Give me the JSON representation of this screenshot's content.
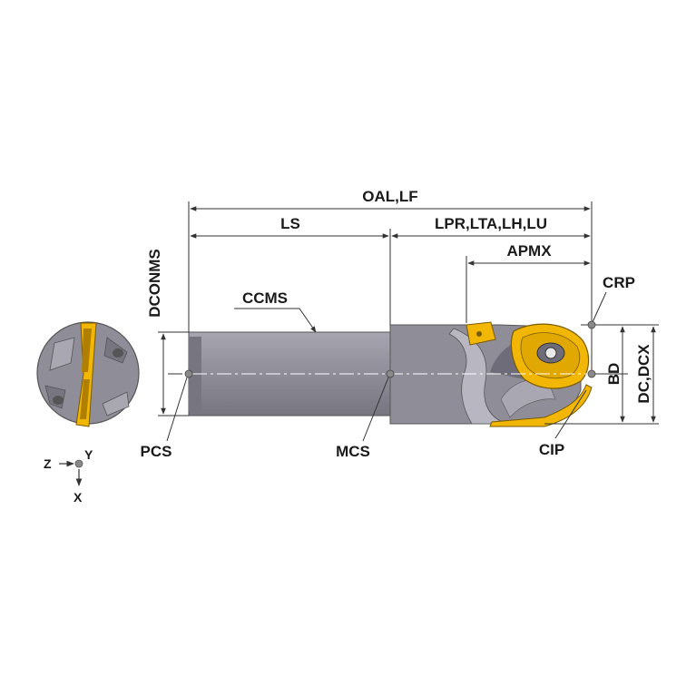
{
  "labels": {
    "oal_lf": "OAL,LF",
    "ls": "LS",
    "lpr_group": "LPR,LTA,LH,LU",
    "apmx": "APMX",
    "crp": "CRP",
    "dconms": "DCONMS",
    "ccms": "CCMS",
    "bd": "BD",
    "dc_dcx": "DC,DCX",
    "pcs": "PCS",
    "mcs": "MCS",
    "cip": "CIP"
  },
  "axes": {
    "z": "Z",
    "y": "Y",
    "x": "X"
  },
  "colors": {
    "body": "#8f8d98",
    "body_dark": "#6e6c78",
    "body_light": "#a9a7b2",
    "insert": "#f2b705",
    "insert_dark": "#b07f00",
    "line": "#333333",
    "point": "#8a8a8a"
  }
}
